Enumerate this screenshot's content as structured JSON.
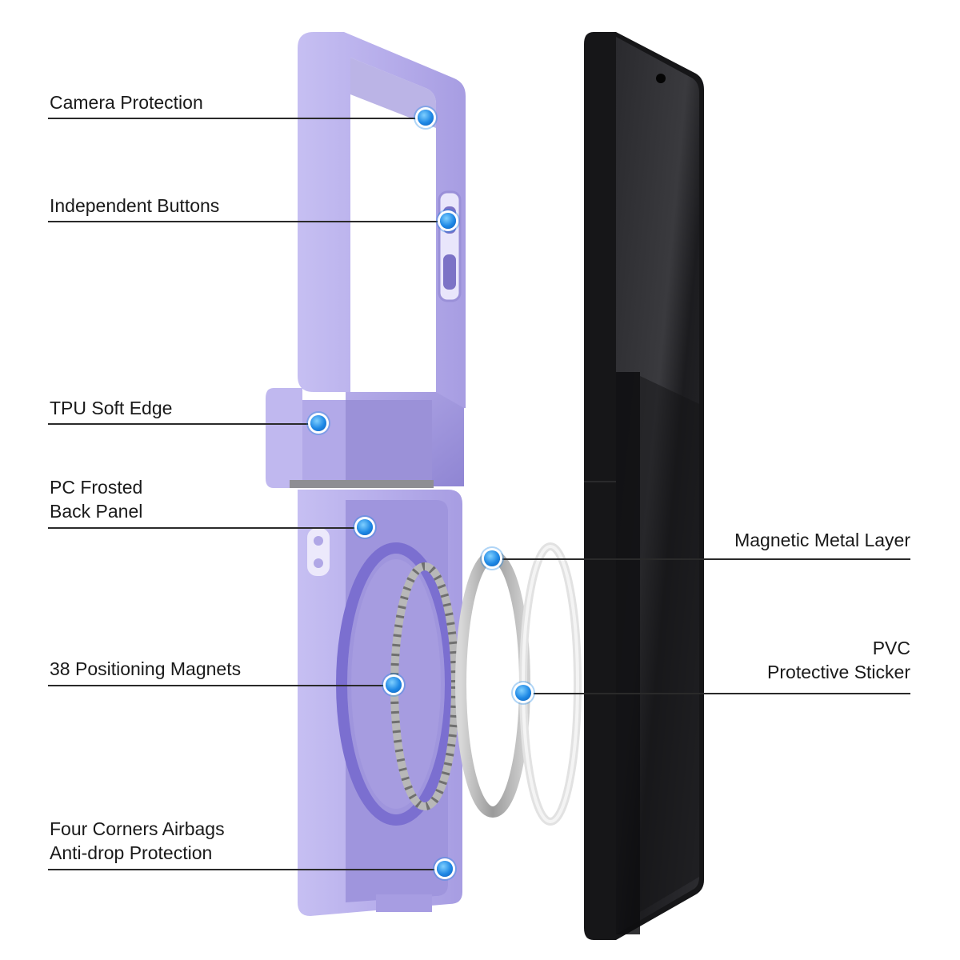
{
  "callouts": {
    "camera_protection": "Camera Protection",
    "independent_buttons": "Independent Buttons",
    "tpu_soft_edge": "TPU Soft Edge",
    "pc_back_panel_line1": "PC Frosted",
    "pc_back_panel_line2": "Back Panel",
    "positioning_magnets": "38 Positioning Magnets",
    "airbags_line1": "Four Corners Airbags",
    "airbags_line2": "Anti-drop Protection",
    "magnetic_metal_layer": "Magnetic Metal Layer",
    "pvc_line1": "PVC",
    "pvc_line2": "Protective Sticker"
  },
  "colors": {
    "case_lavender": "#b9b1ec",
    "case_lavender_dark": "#9d93dc",
    "phone_black": "#1b1b1d",
    "metal_ring": "#a9a9a9",
    "callout_dot": "#1e88e5"
  }
}
